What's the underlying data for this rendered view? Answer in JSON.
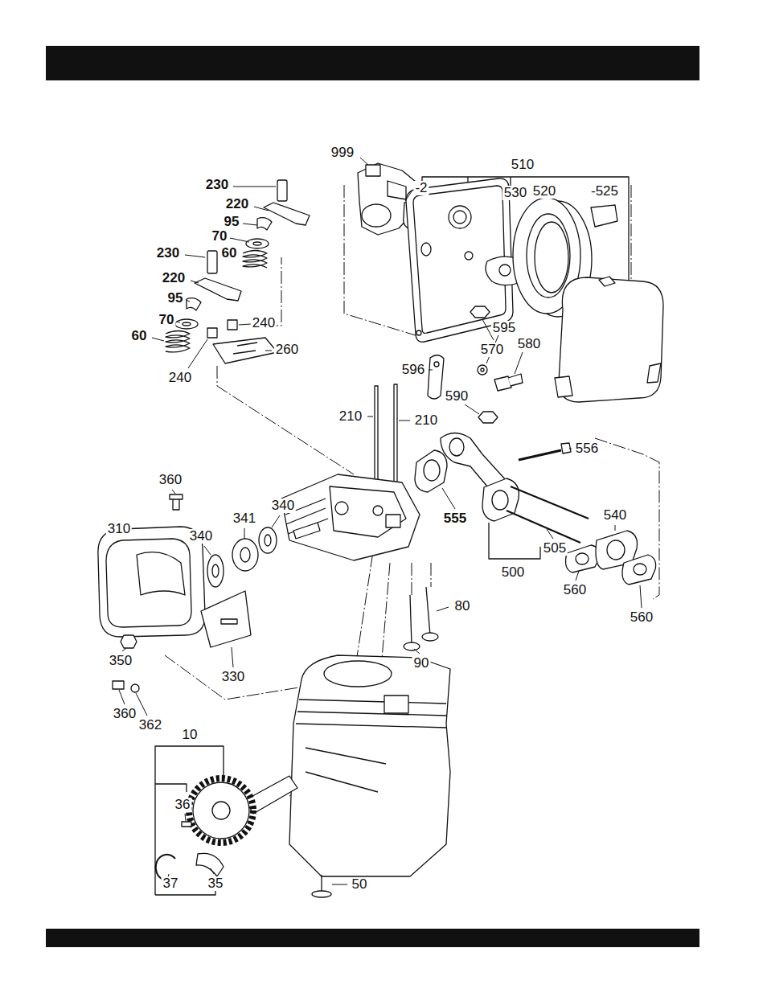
{
  "diagram": {
    "labels": [
      "999",
      "510",
      "-2",
      "530",
      "520",
      "-525",
      "230",
      "220",
      "95",
      "70",
      "230",
      "60",
      "220",
      "95",
      "70",
      "240",
      "60",
      "260",
      "240",
      "595",
      "580",
      "570",
      "596",
      "590",
      "210",
      "210",
      "556",
      "360",
      "340",
      "341",
      "310",
      "555",
      "540",
      "340",
      "505",
      "500",
      "560",
      "80",
      "560",
      "350",
      "90",
      "330",
      "360",
      "362",
      "10",
      "36",
      "37",
      "35",
      "50"
    ]
  }
}
